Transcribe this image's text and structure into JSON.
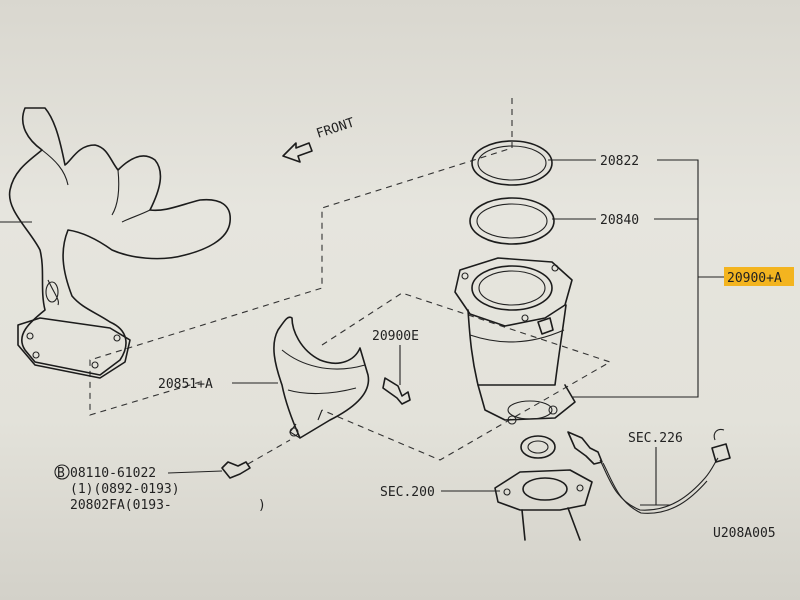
{
  "diagram": {
    "front_label": "FRONT",
    "part_numbers": {
      "p20822": "20822",
      "p20840": "20840",
      "p20900A": "20900+A",
      "p20900E": "20900E",
      "p20851A": "20851+A",
      "sec226": "SEC.226",
      "sec200": "SEC.200",
      "bolt_circle": "B",
      "bolt_number": "08110-61022",
      "bolt_range": "(1)(0892-0193)",
      "p20802FA": "20802FA(0193-",
      "paren_close": ")",
      "figure_id": "U208A005"
    },
    "highlight_color": "#f3b41f"
  }
}
